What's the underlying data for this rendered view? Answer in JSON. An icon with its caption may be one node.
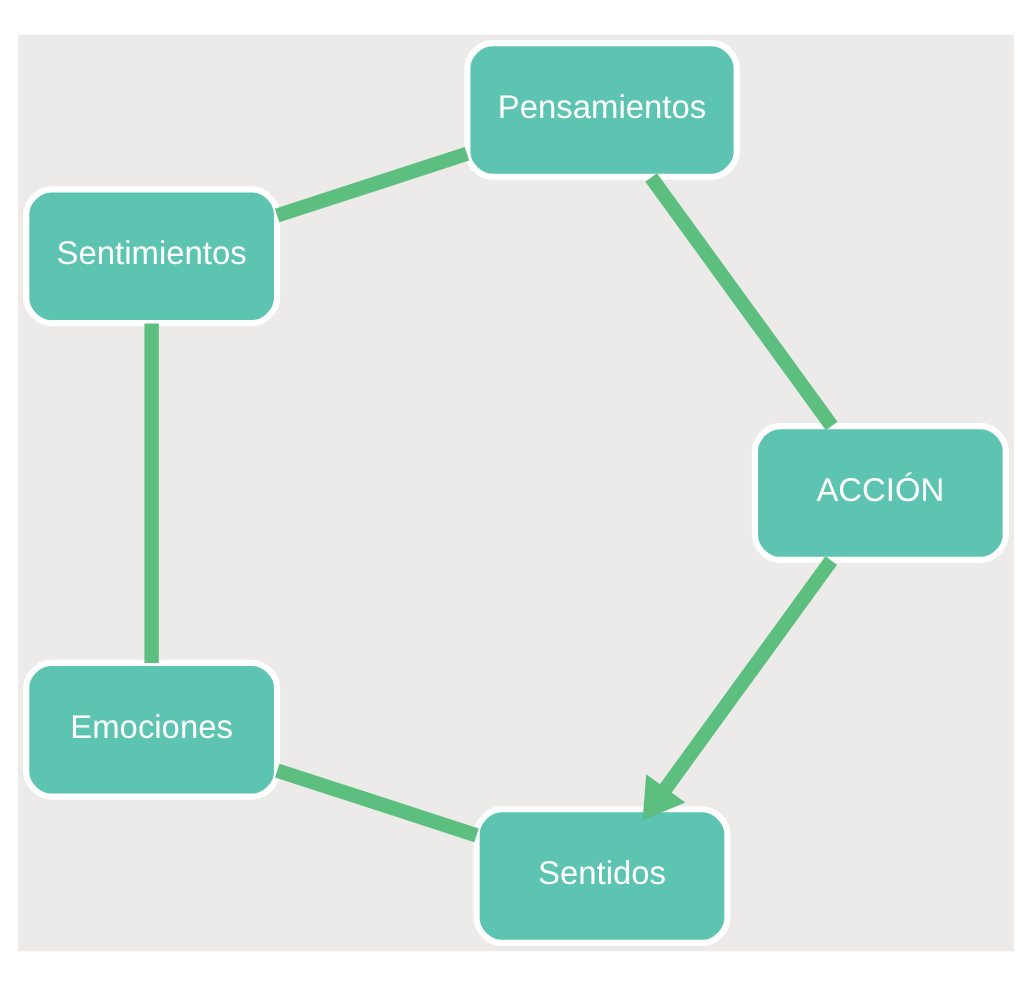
{
  "diagram": {
    "nodes": [
      {
        "text": [
          "Sentidos"
        ]
      },
      {
        "text": [
          "Emociones"
        ]
      },
      {
        "text": [
          "Sentimientos"
        ]
      },
      {
        "text": [
          "Pensamientos"
        ]
      },
      {
        "text": [
          "ACCIÓN"
        ]
      }
    ],
    "edges": [
      {
        "from": 0,
        "to": 1,
        "arrow": "none"
      },
      {
        "from": 1,
        "to": 2,
        "arrow": "none"
      },
      {
        "from": 2,
        "to": 3,
        "arrow": "none"
      },
      {
        "from": 3,
        "to": 4,
        "arrow": "none"
      },
      {
        "from": 4,
        "to": 0,
        "arrow": "to"
      }
    ]
  }
}
